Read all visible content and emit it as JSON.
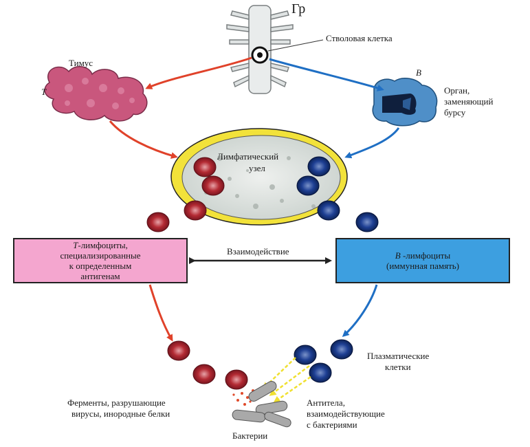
{
  "labels": {
    "gr": "Гр",
    "stem_cell": "Стволовая клетка",
    "thymus": "Тимус",
    "t_letter": "T",
    "b_letter": "B",
    "organ_line1": "Орган,",
    "organ_line2": "заменяющий",
    "organ_line3": "бурсу",
    "lymph_node_line1": "Лимфатический",
    "lymph_node_line2": "узел",
    "interaction": "Взаимодействие",
    "plasma_line1": "Плазматические",
    "plasma_line2": "клетки",
    "enzymes_line1": "Ферменты, разрушающие",
    "enzymes_line2": "вирусы, инородные белки",
    "antibodies_line1": "Антитела,",
    "antibodies_line2": "взаимодействующие",
    "antibodies_line3": "с бактериями",
    "bacteria": "Бактерии"
  },
  "t_box": {
    "prefix": "T",
    "line1": "-лимфоциты,",
    "line2": "специализированные",
    "line3": "к определенным",
    "line4": "антигенам"
  },
  "b_box": {
    "prefix": "B",
    "line1": " -лимфоциты",
    "line2": "(иммунная память)"
  },
  "colors": {
    "t_pathway": "#e0422a",
    "b_pathway": "#1f6fc4",
    "t_box_fill": "#f4a6cf",
    "b_box_fill": "#3d9fe0",
    "lymph_node_ring": "#f2e23a",
    "t_cell": "#a3202b",
    "b_cell": "#14337a",
    "antibody_arrow": "#f0e030"
  }
}
